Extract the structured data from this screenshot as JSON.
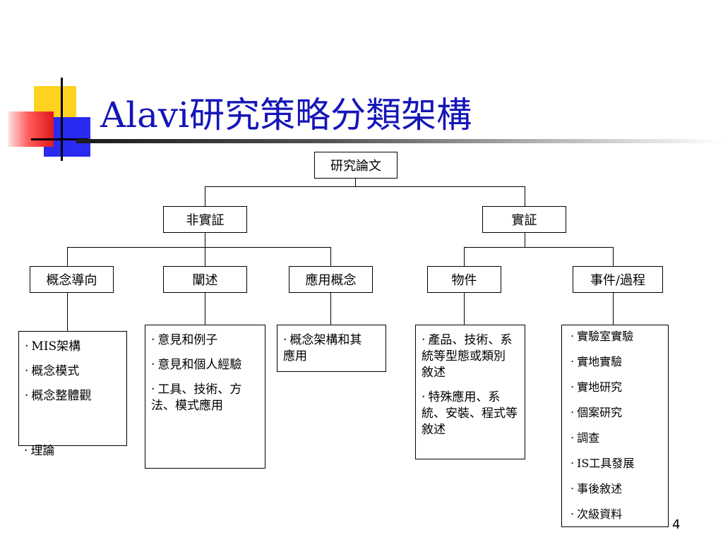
{
  "slide": {
    "title": "Alavi研究策略分類架構",
    "page_number": "4"
  },
  "diagram": {
    "root": {
      "label": "研究論文"
    },
    "level1": [
      {
        "label": "非實証"
      },
      {
        "label": "實証"
      }
    ],
    "level2": [
      {
        "label": "概念導向"
      },
      {
        "label": "闡述"
      },
      {
        "label": "應用概念"
      },
      {
        "label": "物件"
      },
      {
        "label": "事件/過程"
      }
    ],
    "details": [
      {
        "items": [
          "MIS架構",
          "概念模式",
          "概念整體觀"
        ],
        "overflow_item": "理論"
      },
      {
        "items": [
          "意見和例子",
          "意見和個人經驗",
          "工具、技術、方法、模式應用"
        ]
      },
      {
        "items": [
          "概念架構和其應用"
        ]
      },
      {
        "items": [
          "產品、技術、系統等型態或類別敘述",
          "特殊應用、系統、安裝、程式等敘述"
        ]
      },
      {
        "items": [
          "實驗室實驗",
          "實地實驗",
          "實地研究",
          "個案研究",
          "調查",
          "IS工具發展",
          "事後敘述",
          "次級資料"
        ]
      }
    ],
    "bullet_char": "‧",
    "colors": {
      "title": "#1515b8",
      "accent_yellow": "#ffd21f",
      "accent_blue": "#2a2af0",
      "accent_red": "#e01818"
    }
  }
}
